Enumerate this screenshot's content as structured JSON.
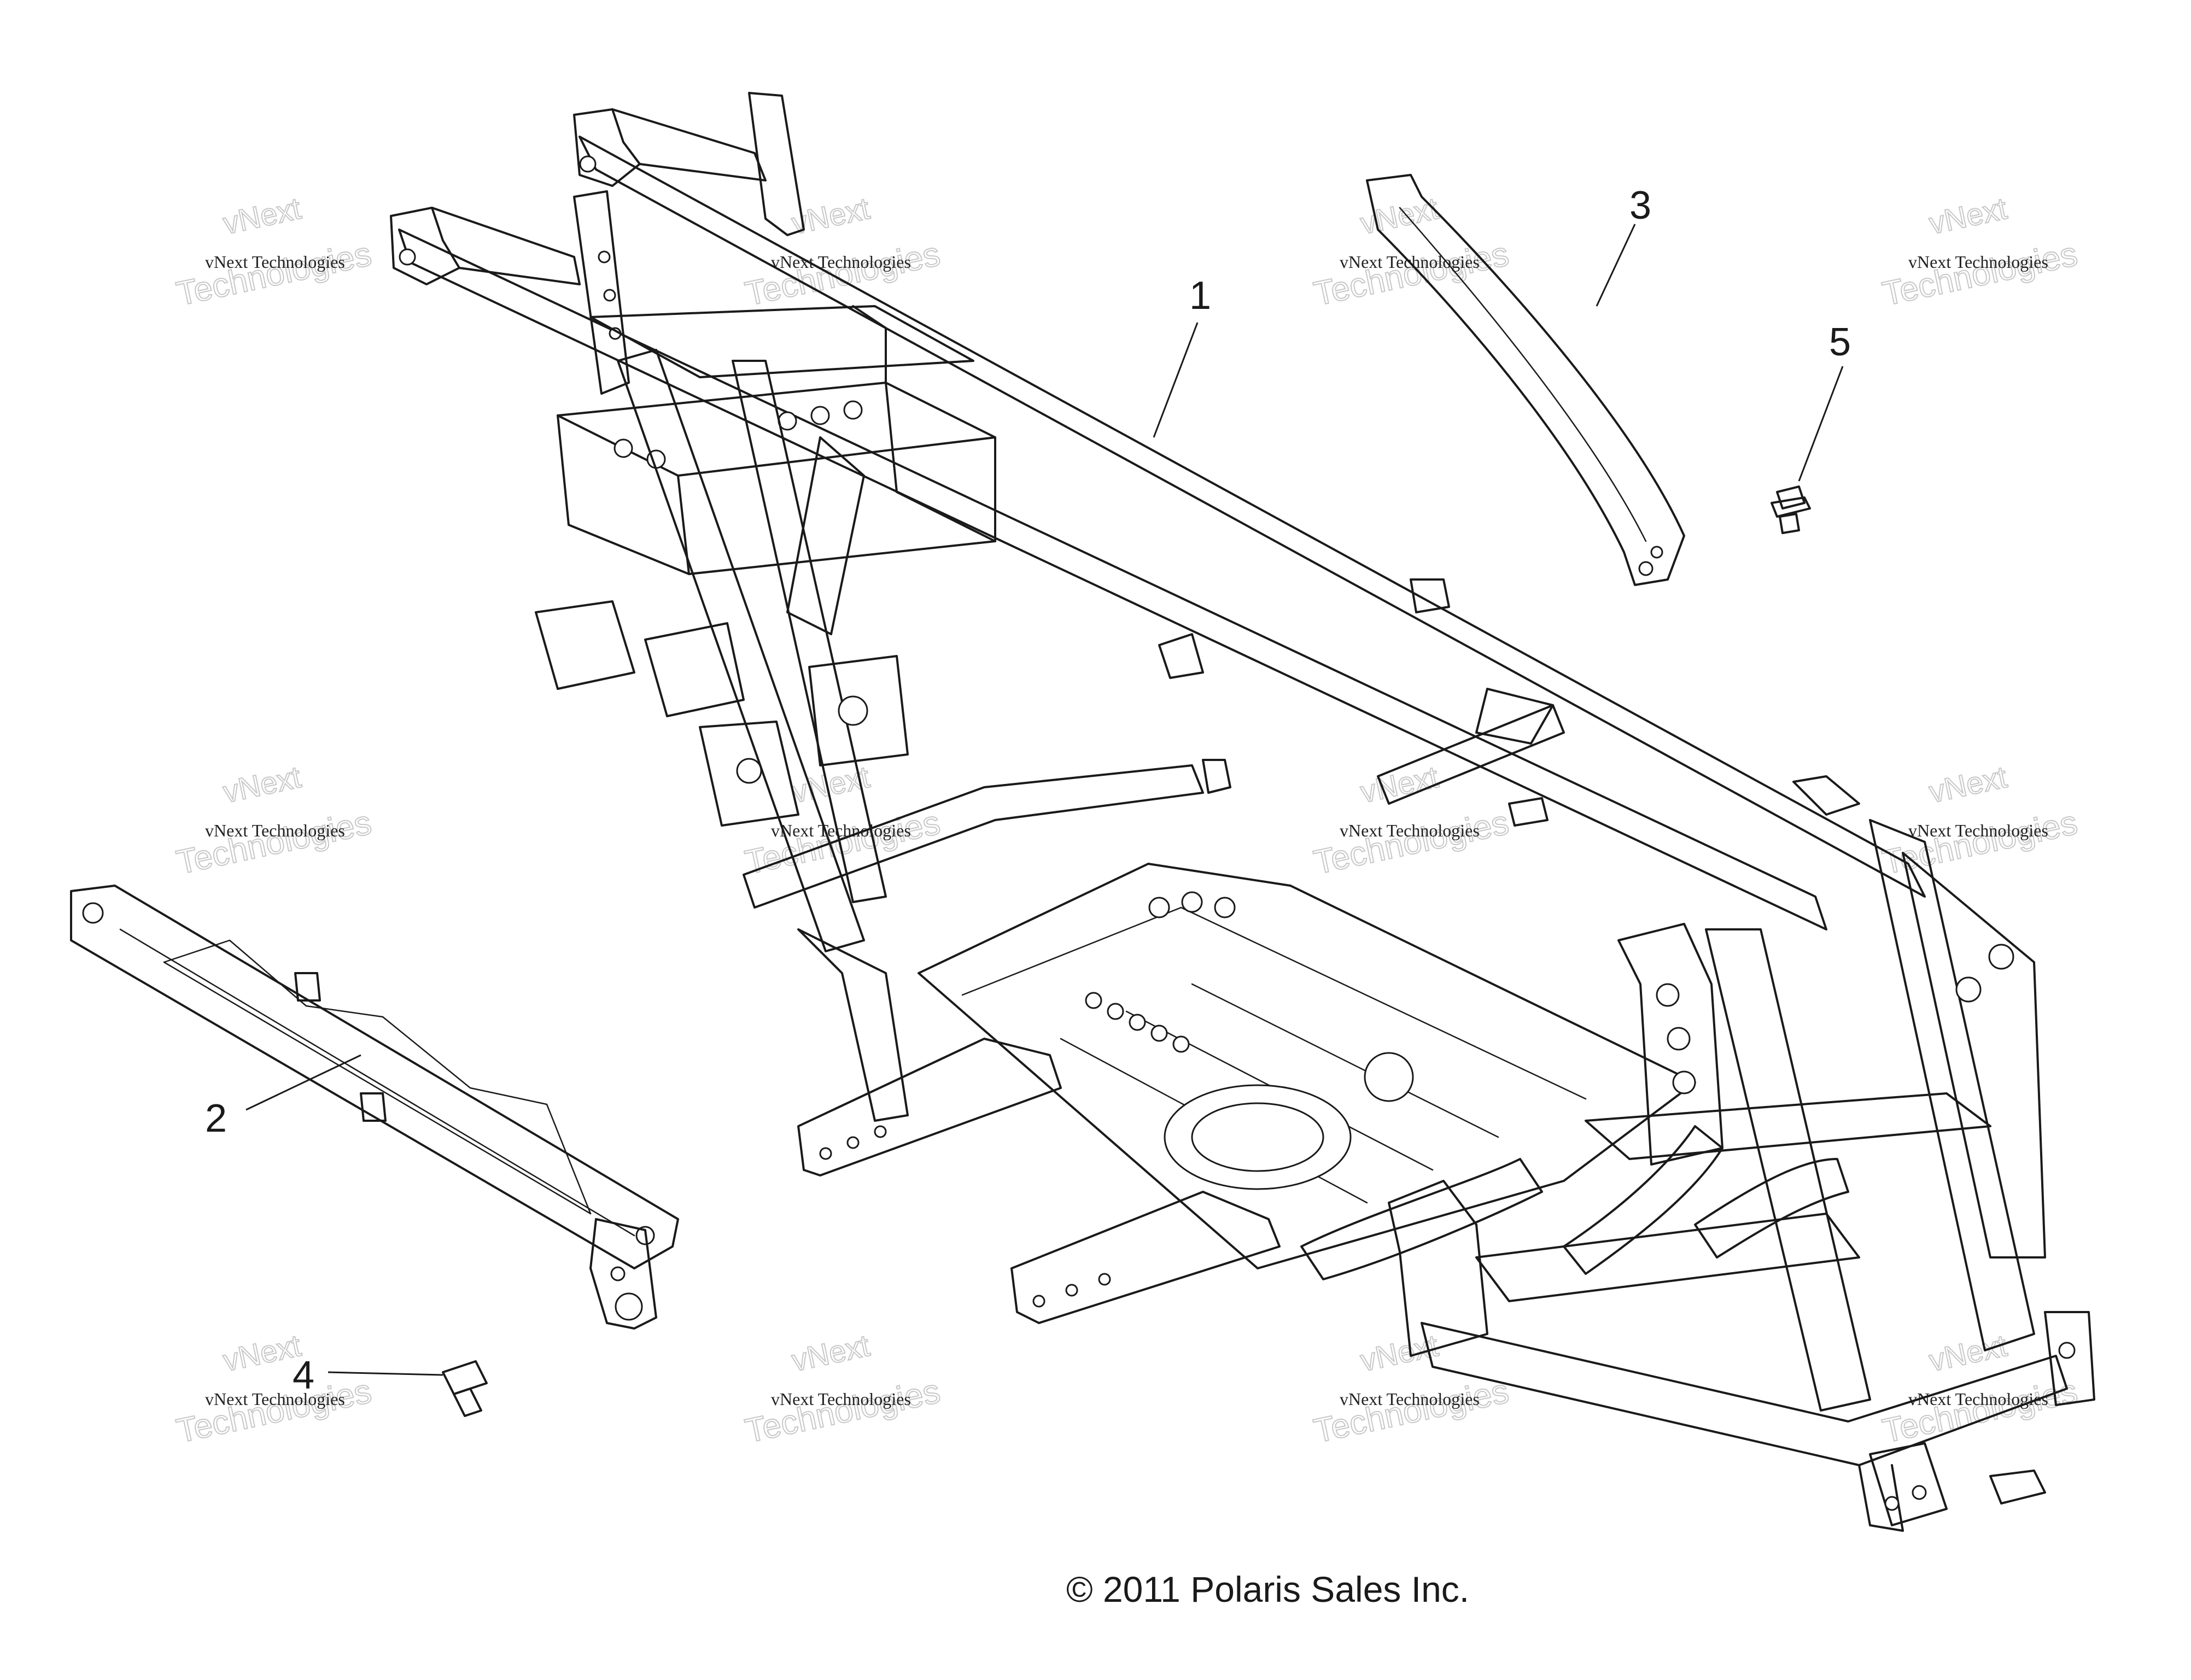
{
  "callouts": [
    "1",
    "2",
    "3",
    "4",
    "5"
  ],
  "copyright": "© 2011 Polaris Sales Inc.",
  "watermark": {
    "line_small": "vNext Technologies",
    "line_big": "Technologies",
    "line_top": "vNext"
  }
}
